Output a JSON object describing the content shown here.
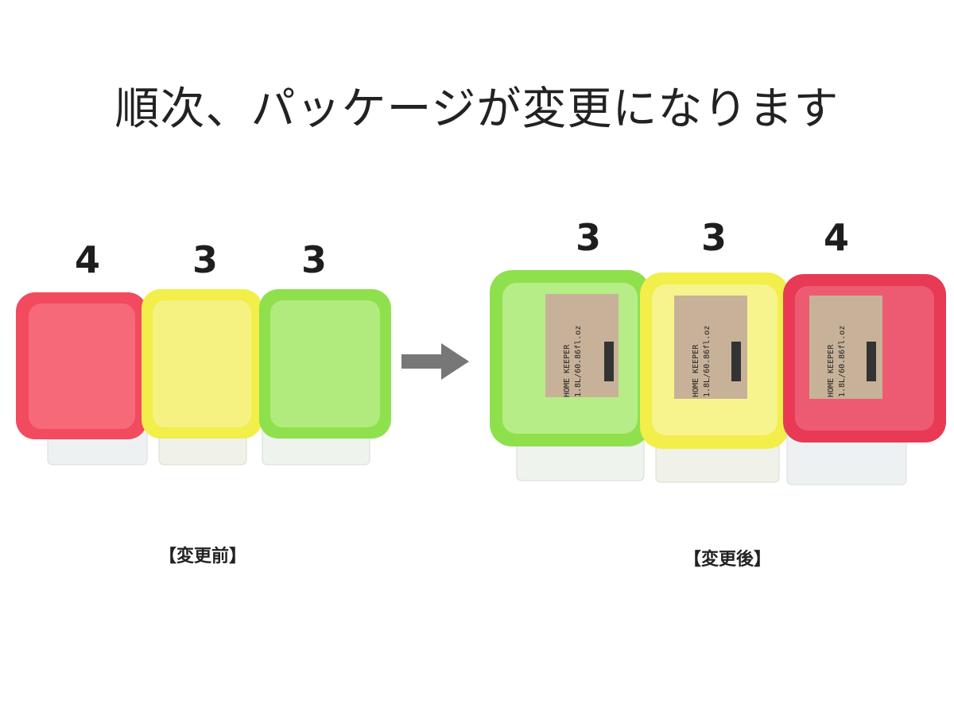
{
  "headline": "順次、パッケージが変更になります",
  "before": {
    "caption": "【変更前】",
    "counts": [
      "4",
      "3",
      "3"
    ],
    "containers": [
      {
        "color_name": "red",
        "lid": "#f24a5e"
      },
      {
        "color_name": "yellow",
        "lid": "#f2ee4a"
      },
      {
        "color_name": "green",
        "lid": "#8fe04d"
      }
    ]
  },
  "after": {
    "caption": "【変更後】",
    "counts": [
      "3",
      "3",
      "4"
    ],
    "containers": [
      {
        "color_name": "green",
        "lid": "#8fe04d"
      },
      {
        "color_name": "yellow",
        "lid": "#f2ee4a"
      },
      {
        "color_name": "red",
        "lid": "#e83a55"
      }
    ],
    "label": {
      "line1": "HOME KEEPER",
      "line2": "1.8L/60.86fl.oz"
    }
  },
  "arrow": {
    "color": "#777777",
    "icon": "arrow-right-icon"
  }
}
